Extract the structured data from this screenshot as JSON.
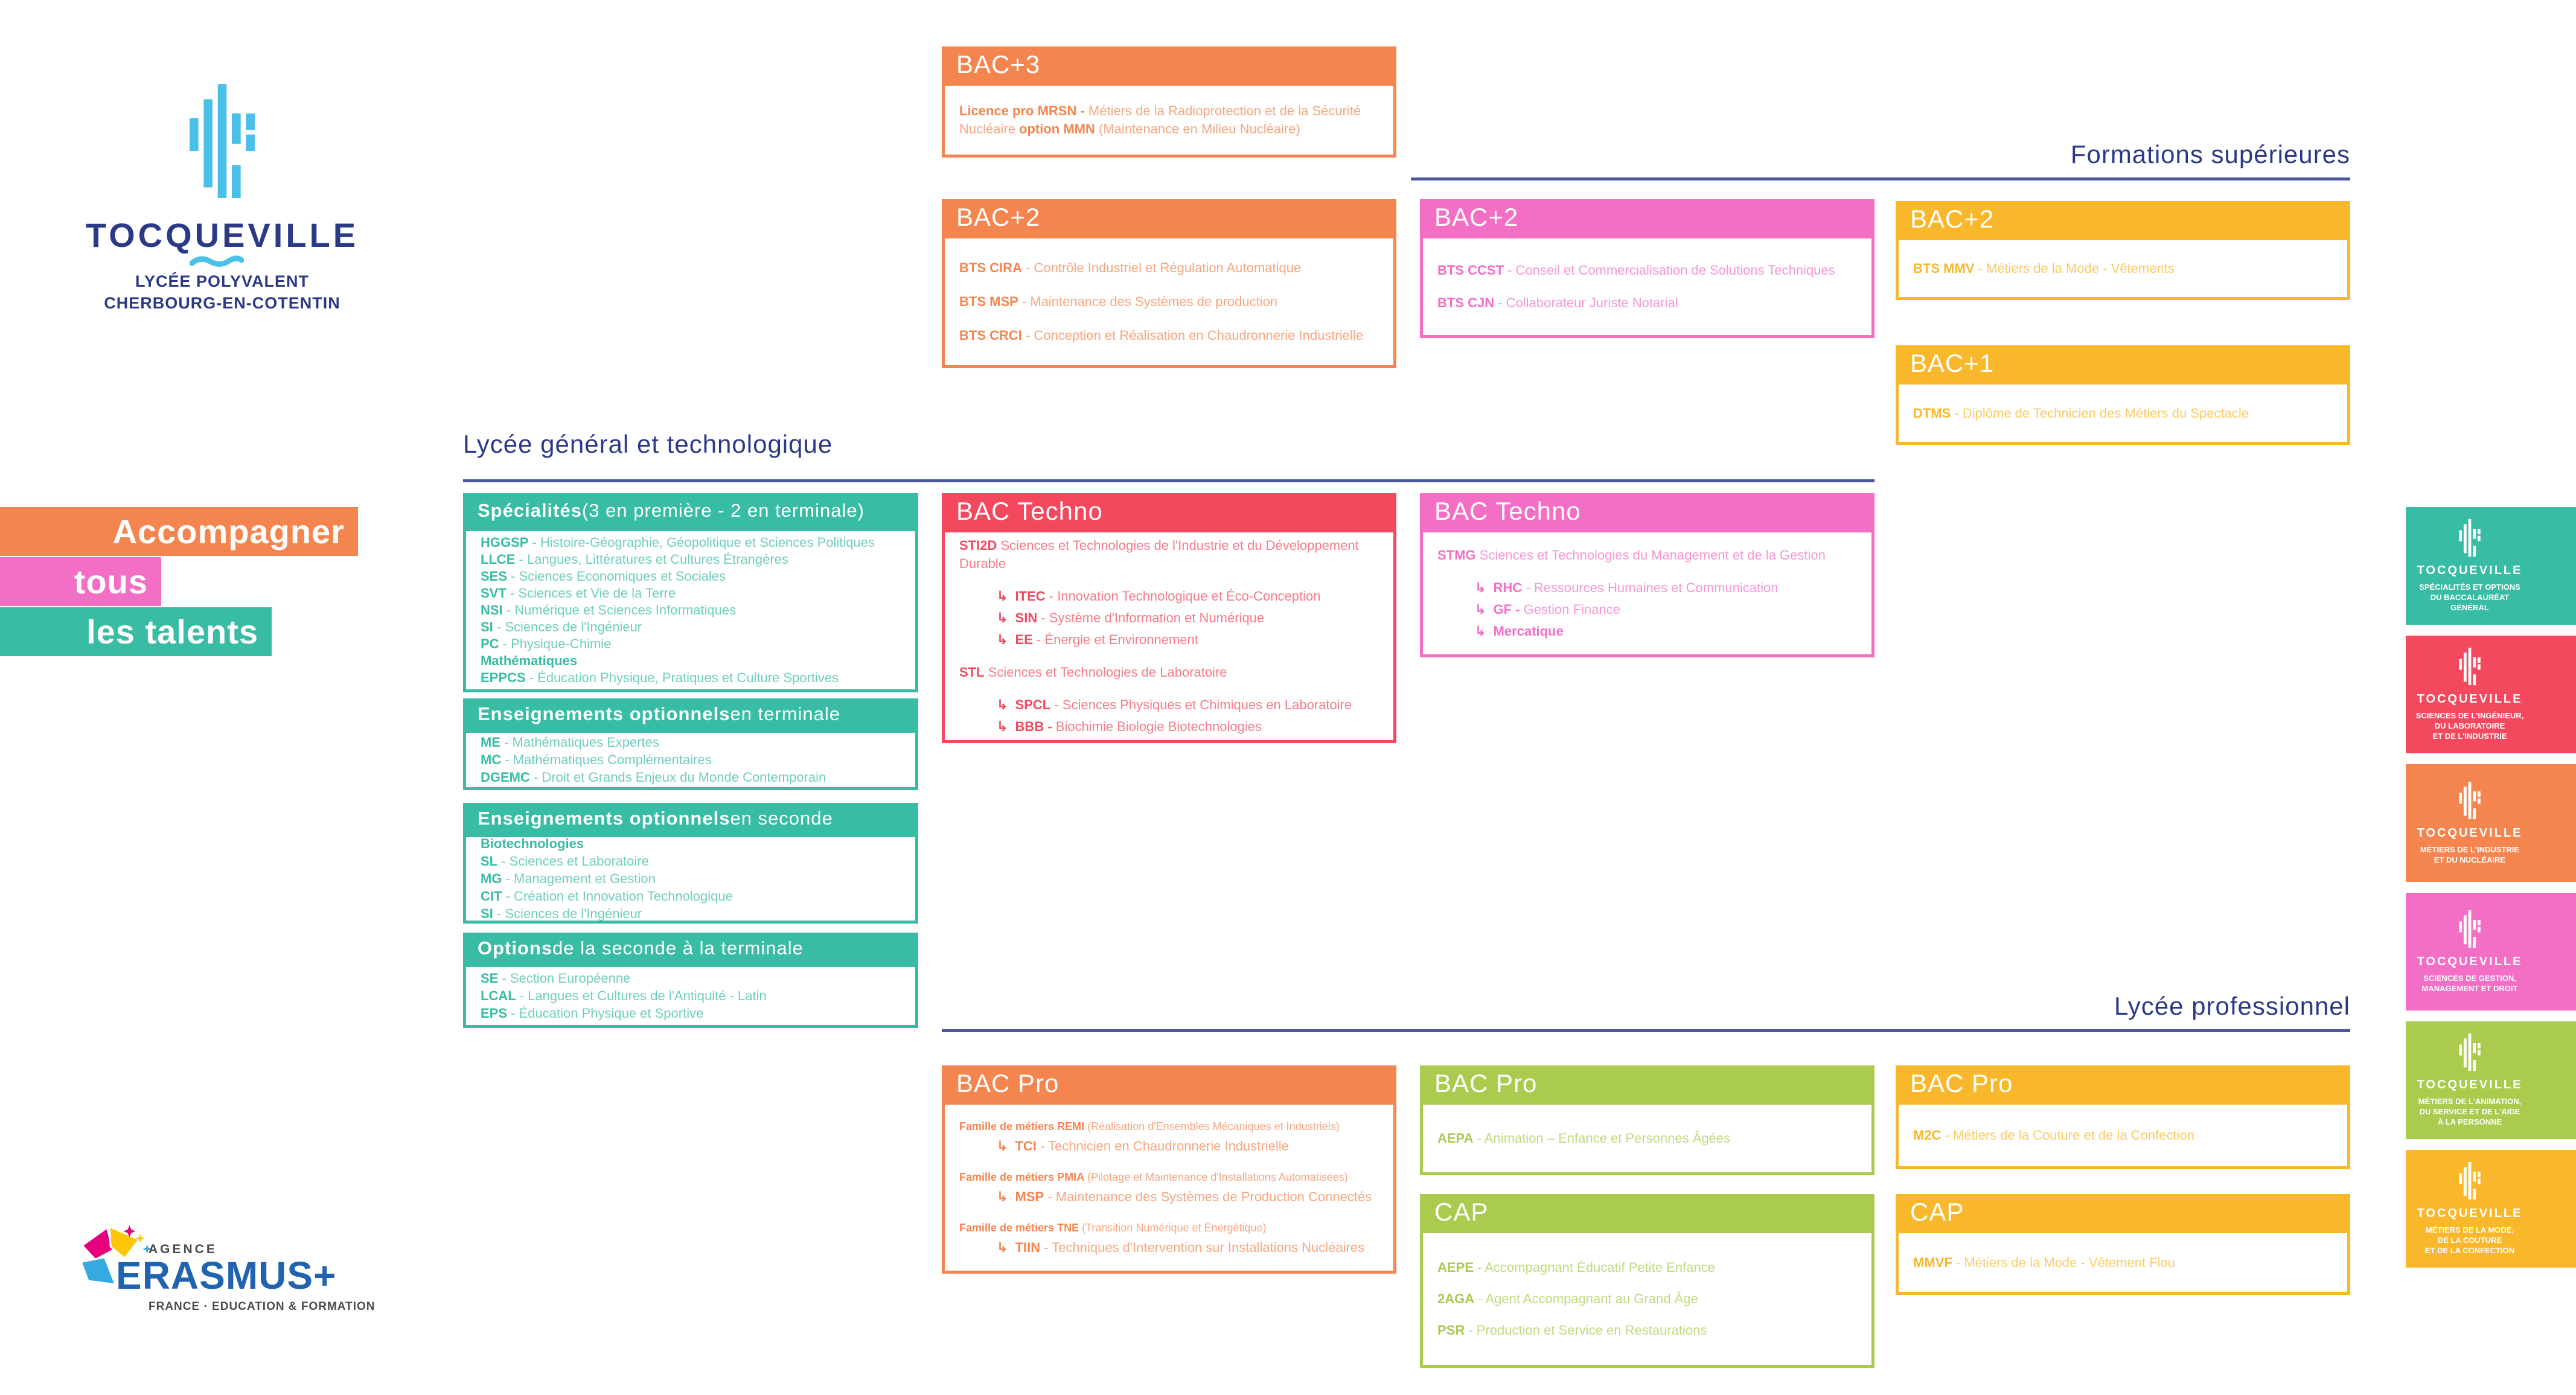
{
  "branding": {
    "school_name": "TOCQUEVILLE",
    "subtitle_line1": "LYCÉE POLYVALENT",
    "subtitle_line2": "CHERBOURG-EN-COTENTIN",
    "slogan": [
      {
        "text": "Accompagner",
        "color": "orange"
      },
      {
        "text": "tous",
        "color": "pink"
      },
      {
        "text": "les talents",
        "color": "teal"
      }
    ]
  },
  "sections": {
    "superieures": "Formations supérieures",
    "general": "Lycée général et technologique",
    "professionnel": "Lycée professionnel"
  },
  "colors": {
    "orange": "#F5854F",
    "pink": "#F36EC5",
    "yellow": "#F9B82B",
    "red": "#F4485E",
    "teal": "#38BCA4",
    "green": "#ABCB4F",
    "navy": "#2A3A87",
    "line_blue": "#4A57A0",
    "light_blue": "#49C0E8",
    "erasmus_blue": "#2063AF",
    "erasmus_gray": "#4A4A49",
    "star_magenta": "#E5007D",
    "star_yellow": "#FDC608",
    "star_cyan": "#36A9E1"
  },
  "boxes": [
    {
      "id": "bac3",
      "color": "orange",
      "head": [
        [
          "BAC+3",
          0
        ]
      ],
      "lines": [
        {
          "seg": [
            [
              "Licence pro MRSN -",
              1
            ],
            [
              " Métiers de la Radioprotection et de la Sécurité Nucléaire ",
              0
            ],
            [
              "option MMN",
              1
            ],
            [
              " (Maintenance en Milieu Nucléaire)",
              0
            ]
          ]
        }
      ]
    },
    {
      "id": "bac2_orange",
      "color": "orange",
      "head": [
        [
          "BAC+2",
          0
        ]
      ],
      "lines": [
        {
          "seg": [
            [
              "BTS CIRA",
              1
            ],
            [
              " - Contrôle Industriel et Régulation Automatique",
              0
            ]
          ]
        },
        {
          "seg": [
            [
              "BTS MSP",
              1
            ],
            [
              " - Maintenance des Systèmes de production",
              0
            ]
          ]
        },
        {
          "seg": [
            [
              "BTS CRCI",
              1
            ],
            [
              " - Conception et Réalisation en Chaudronnerie Industrielle",
              0
            ]
          ]
        }
      ]
    },
    {
      "id": "bac2_pink",
      "color": "pink",
      "head": [
        [
          "BAC+2",
          0
        ]
      ],
      "lines": [
        {
          "seg": [
            [
              "BTS CCST",
              1
            ],
            [
              " - Conseil et Commercialisation de Solutions Techniques",
              0
            ]
          ]
        },
        {
          "seg": [
            [
              "BTS CJN",
              1
            ],
            [
              " - Collaborateur Juriste Notarial",
              0
            ]
          ]
        }
      ]
    },
    {
      "id": "bac2_yellow",
      "color": "yellow",
      "head": [
        [
          "BAC+2",
          0
        ]
      ],
      "lines": [
        {
          "seg": [
            [
              "BTS MMV",
              1
            ],
            [
              " - Métiers de la Mode - Vêtements",
              0
            ]
          ]
        }
      ]
    },
    {
      "id": "bac1_yellow",
      "color": "yellow",
      "head": [
        [
          "BAC+1",
          0
        ]
      ],
      "lines": [
        {
          "seg": [
            [
              "DTMS",
              1
            ],
            [
              " - Diplôme de Technicien des Métiers du Spectacle",
              0
            ]
          ]
        }
      ]
    },
    {
      "id": "specialites",
      "color": "teal",
      "head": [
        [
          "Spécialités",
          1
        ],
        [
          " (3 en première - 2 en terminale)",
          0
        ]
      ],
      "lines": [
        {
          "seg": [
            [
              "HGGSP",
              1
            ],
            [
              " - Histoire-Géographie, Géopolitique et Sciences Politiques",
              0
            ]
          ]
        },
        {
          "seg": [
            [
              "LLCE",
              1
            ],
            [
              " - Langues, Littératures et Cultures Étrangères",
              0
            ]
          ]
        },
        {
          "seg": [
            [
              "SES",
              1
            ],
            [
              " - Sciences Economiques et Sociales",
              0
            ]
          ]
        },
        {
          "seg": [
            [
              "SVT",
              1
            ],
            [
              " - Sciences et Vie de la Terre",
              0
            ]
          ]
        },
        {
          "seg": [
            [
              "NSI",
              1
            ],
            [
              " - Numérique et Sciences Informatiques",
              0
            ]
          ]
        },
        {
          "seg": [
            [
              "SI",
              1
            ],
            [
              " - Sciences de l'Ingénieur",
              0
            ]
          ]
        },
        {
          "seg": [
            [
              "PC",
              1
            ],
            [
              " - Physique-Chimie",
              0
            ]
          ]
        },
        {
          "seg": [
            [
              "Mathématiques",
              1
            ]
          ]
        },
        {
          "seg": [
            [
              "EPPCS",
              1
            ],
            [
              " - Éducation Physique, Pratiques et Culture Sportives",
              0
            ]
          ]
        }
      ]
    },
    {
      "id": "bac_techno_red",
      "color": "red",
      "head": [
        [
          "BAC Techno",
          0
        ]
      ],
      "lines": [
        {
          "seg": [
            [
              "STI2D",
              1
            ],
            [
              " Sciences et Technologies de l'Industrie et du Développement Durable",
              0
            ]
          ]
        },
        {
          "ind": 1,
          "mt": 1,
          "seg": [
            [
              "ITEC",
              1
            ],
            [
              " - Innovation Technologique et Éco-Conception",
              0
            ]
          ]
        },
        {
          "ind": 1,
          "seg": [
            [
              "SIN",
              1
            ],
            [
              " - Système d'Information et Numérique",
              0
            ]
          ]
        },
        {
          "ind": 1,
          "seg": [
            [
              "EE",
              1
            ],
            [
              " - Énergie et Environnement",
              0
            ]
          ]
        },
        {
          "mt": 1,
          "seg": [
            [
              "STL",
              1
            ],
            [
              " Sciences et Technologies de Laboratoire",
              0
            ]
          ]
        },
        {
          "ind": 1,
          "mt": 1,
          "seg": [
            [
              "SPCL",
              1
            ],
            [
              " - Sciences Physiques et Chimiques en Laboratoire",
              0
            ]
          ]
        },
        {
          "ind": 1,
          "seg": [
            [
              "BBB -",
              1
            ],
            [
              " Biochimie Biologie Biotechnologies",
              0
            ]
          ]
        }
      ]
    },
    {
      "id": "bac_techno_pink",
      "color": "pink",
      "head": [
        [
          "BAC Techno",
          0
        ]
      ],
      "lines": [
        {
          "seg": [
            [
              "STMG",
              1
            ],
            [
              " Sciences et Technologies du Management et de la Gestion",
              0
            ]
          ]
        },
        {
          "ind": 1,
          "mt": 1,
          "seg": [
            [
              "RHC",
              1
            ],
            [
              " - Ressources Humaines et Communication",
              0
            ]
          ]
        },
        {
          "ind": 1,
          "seg": [
            [
              "GF -",
              1
            ],
            [
              " Gestion Finance",
              0
            ]
          ]
        },
        {
          "ind": 1,
          "seg": [
            [
              "Mercatique",
              1
            ]
          ]
        }
      ]
    },
    {
      "id": "ens_terminale",
      "color": "teal",
      "head": [
        [
          "Enseignements optionnels",
          1
        ],
        [
          " en terminale",
          0
        ]
      ],
      "lines": [
        {
          "seg": [
            [
              "ME",
              1
            ],
            [
              " - Mathématiques Expertes",
              0
            ]
          ]
        },
        {
          "seg": [
            [
              "MC",
              1
            ],
            [
              " - Mathématiques Complémentaires",
              0
            ]
          ]
        },
        {
          "seg": [
            [
              "DGEMC",
              1
            ],
            [
              " - Droit et Grands Enjeux du Monde Contemporain",
              0
            ]
          ]
        }
      ]
    },
    {
      "id": "ens_seconde",
      "color": "teal",
      "head": [
        [
          "Enseignements optionnels",
          1
        ],
        [
          " en seconde",
          0
        ]
      ],
      "lines": [
        {
          "seg": [
            [
              "Biotechnologies",
              1
            ]
          ]
        },
        {
          "seg": [
            [
              "SL",
              1
            ],
            [
              " - Sciences et Laboratoire",
              0
            ]
          ]
        },
        {
          "seg": [
            [
              "MG",
              1
            ],
            [
              " - Management et Gestion",
              0
            ]
          ]
        },
        {
          "seg": [
            [
              "CIT",
              1
            ],
            [
              " - Création et Innovation Technologique",
              0
            ]
          ]
        },
        {
          "seg": [
            [
              "SI",
              1
            ],
            [
              " - Sciences de l'Ingénieur",
              0
            ]
          ]
        }
      ]
    },
    {
      "id": "options",
      "color": "teal",
      "head": [
        [
          "Options",
          1
        ],
        [
          " de la seconde à la terminale",
          0
        ]
      ],
      "lines": [
        {
          "seg": [
            [
              "SE",
              1
            ],
            [
              " - Section Européenne",
              0
            ]
          ]
        },
        {
          "seg": [
            [
              "LCAL",
              1
            ],
            [
              " - Langues et Cultures de l'Antiquité - Latin",
              0
            ]
          ]
        },
        {
          "seg": [
            [
              "EPS",
              1
            ],
            [
              " - Éducation Physique et Sportive",
              0
            ]
          ]
        }
      ]
    },
    {
      "id": "bac_pro_orange",
      "color": "orange",
      "head": [
        [
          "BAC Pro",
          0
        ]
      ],
      "lines": [
        {
          "small": 1,
          "seg": [
            [
              "Famille de métiers REMI",
              1
            ],
            [
              " (Réalisation d'Ensembles Mécaniques et Industriels)",
              0
            ]
          ]
        },
        {
          "ind": 1,
          "seg": [
            [
              "TCI",
              1
            ],
            [
              " - Technicien en Chaudronnerie Industrielle",
              0
            ]
          ]
        },
        {
          "small": 1,
          "mt": 1,
          "seg": [
            [
              "Famille de métiers PMIA",
              1
            ],
            [
              " (Pilotage et Maintenance d'Installations Automatisées)",
              0
            ]
          ]
        },
        {
          "ind": 1,
          "seg": [
            [
              "MSP",
              1
            ],
            [
              " - Maintenance des Systèmes de Production Connectés",
              0
            ]
          ]
        },
        {
          "small": 1,
          "mt": 1,
          "seg": [
            [
              "Famille de métiers TNE",
              1
            ],
            [
              " (Transition Numérique et Énergétique)",
              0
            ]
          ]
        },
        {
          "ind": 1,
          "seg": [
            [
              "TIIN",
              1
            ],
            [
              " - Techniques d'Intervention sur Installations Nucléaires",
              0
            ]
          ]
        }
      ]
    },
    {
      "id": "bac_pro_green",
      "color": "green",
      "head": [
        [
          "BAC Pro",
          0
        ]
      ],
      "lines": [
        {
          "seg": [
            [
              "AEPA",
              1
            ],
            [
              " - Animation – Enfance et Personnes Âgées",
              0
            ]
          ]
        }
      ]
    },
    {
      "id": "bac_pro_yellow",
      "color": "yellow",
      "head": [
        [
          "BAC Pro",
          0
        ]
      ],
      "lines": [
        {
          "seg": [
            [
              "M2C",
              1
            ],
            [
              " - Métiers de la Couture et de la Confection",
              0
            ]
          ]
        }
      ]
    },
    {
      "id": "cap_green",
      "color": "green",
      "head": [
        [
          "CAP",
          0
        ]
      ],
      "lines": [
        {
          "seg": [
            [
              "AEPE",
              1
            ],
            [
              " - Accompagnant Éducatif Petite Enfance",
              0
            ]
          ]
        },
        {
          "seg": [
            [
              "2AGA",
              1
            ],
            [
              " - Agent Accompagnant au Grand Âge",
              0
            ]
          ]
        },
        {
          "seg": [
            [
              "PSR",
              1
            ],
            [
              " - Production et Service en Restaurations",
              0
            ]
          ]
        }
      ]
    },
    {
      "id": "cap_yellow",
      "color": "yellow",
      "head": [
        [
          "CAP",
          0
        ]
      ],
      "lines": [
        {
          "seg": [
            [
              "MMVF",
              1
            ],
            [
              " - Métiers de la Mode - Vêtement Flou",
              0
            ]
          ]
        }
      ]
    }
  ],
  "sidebar": {
    "brand": "TOCQUEVILLE",
    "tiles": [
      {
        "color": "teal",
        "label": "SPÉCIALITÉS ET OPTIONS\nDU BACCALAURÉAT\nGÉNÉRAL"
      },
      {
        "color": "red",
        "label": "SCIENCES DE L'INGÉNIEUR,\nDU LABORATOIRE\nET DE L'INDUSTRIE"
      },
      {
        "color": "orange",
        "label": "MÉTIERS DE L'INDUSTRIE\nET DU NUCLÉAIRE"
      },
      {
        "color": "pink",
        "label": "SCIENCES DE GESTION,\nMANAGEMENT ET DROIT"
      },
      {
        "color": "green",
        "label": "MÉTIERS DE L'ANIMATION,\nDU SERVICE ET DE L'AIDE\nÀ LA PERSONNE"
      },
      {
        "color": "yellow",
        "label": "MÉTIERS DE LA MODE,\nDE LA COUTURE\nET DE LA CONFECTION"
      }
    ]
  },
  "erasmus": {
    "agency": "AGENCE",
    "name": "ERASMUS+",
    "tagline": "FRANCE · EDUCATION & FORMATION"
  }
}
